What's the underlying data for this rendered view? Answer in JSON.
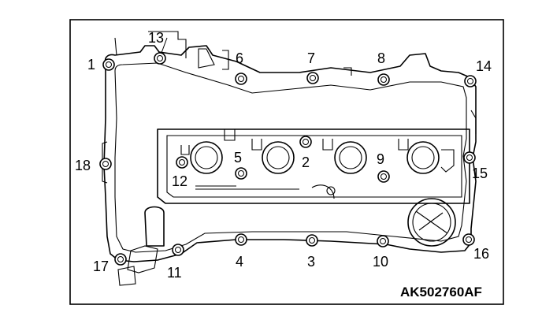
{
  "figure": {
    "code": "AK502760AF",
    "bolt_labels": [
      "1",
      "2",
      "3",
      "4",
      "5",
      "6",
      "7",
      "8",
      "9",
      "10",
      "11",
      "12",
      "13",
      "14",
      "15",
      "16",
      "17",
      "18"
    ]
  }
}
